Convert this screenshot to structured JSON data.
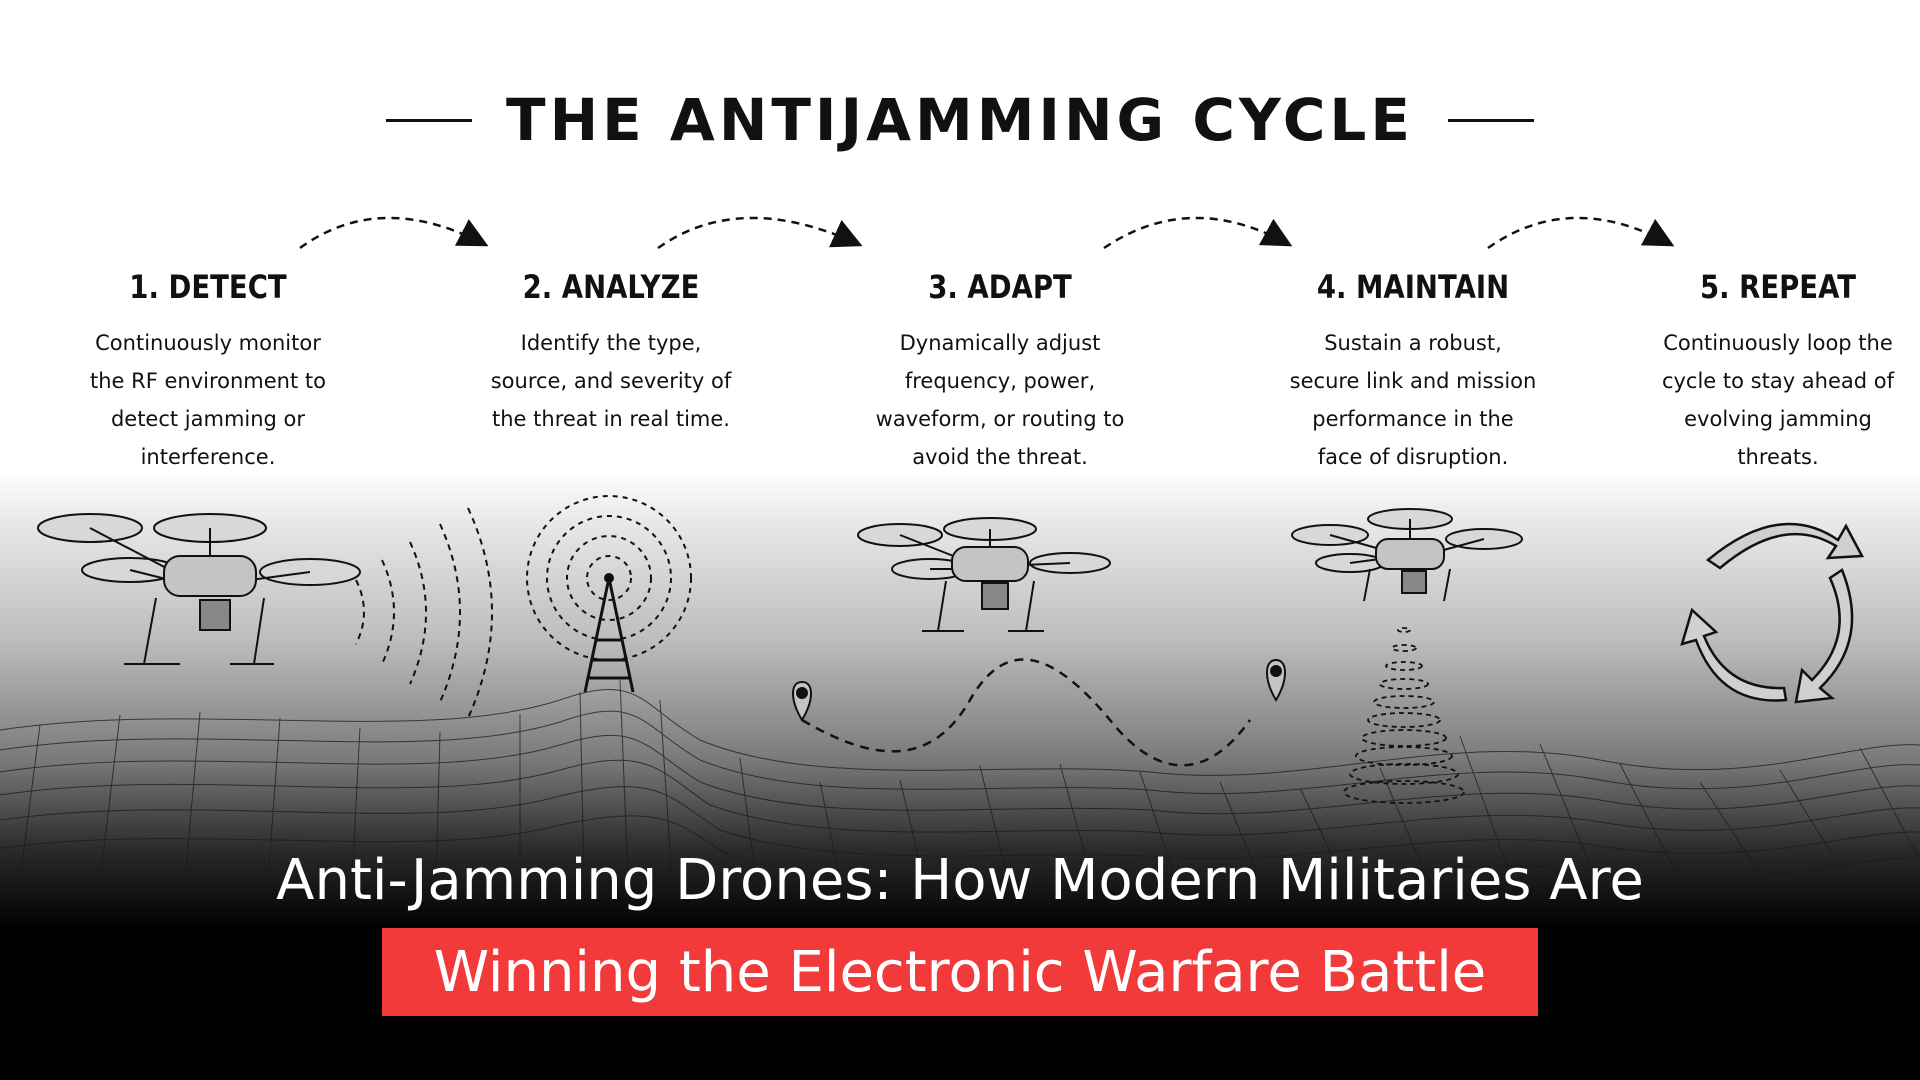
{
  "title": "THE ANTIJAMMING CYCLE",
  "steps": [
    {
      "heading": "1. DETECT",
      "text": "Continuously monitor the RF environment to detect jamming or interference."
    },
    {
      "heading": "2. ANALYZE",
      "text": "Identify the type, source, and severity of the threat in real time."
    },
    {
      "heading": "3. ADAPT",
      "text": "Dynamically adjust frequency, power, waveform, or routing to avoid the threat."
    },
    {
      "heading": "4. MAINTAIN",
      "text": "Sustain a robust, secure link and mission performance in the face of disruption."
    },
    {
      "heading": "5. REPEAT",
      "text": "Continuously loop the cycle to stay ahead of evolving jamming threats."
    }
  ],
  "banner": {
    "line1": "Anti-Jamming Drones: How Modern Militaries Are",
    "line2": "Winning the Electronic Warfare Battle",
    "highlight_color": "#f23a3a"
  },
  "icons": [
    "drone-icon",
    "signal-waves-icon",
    "radio-tower-icon",
    "map-pin-icon",
    "cycle-arrows-icon"
  ]
}
